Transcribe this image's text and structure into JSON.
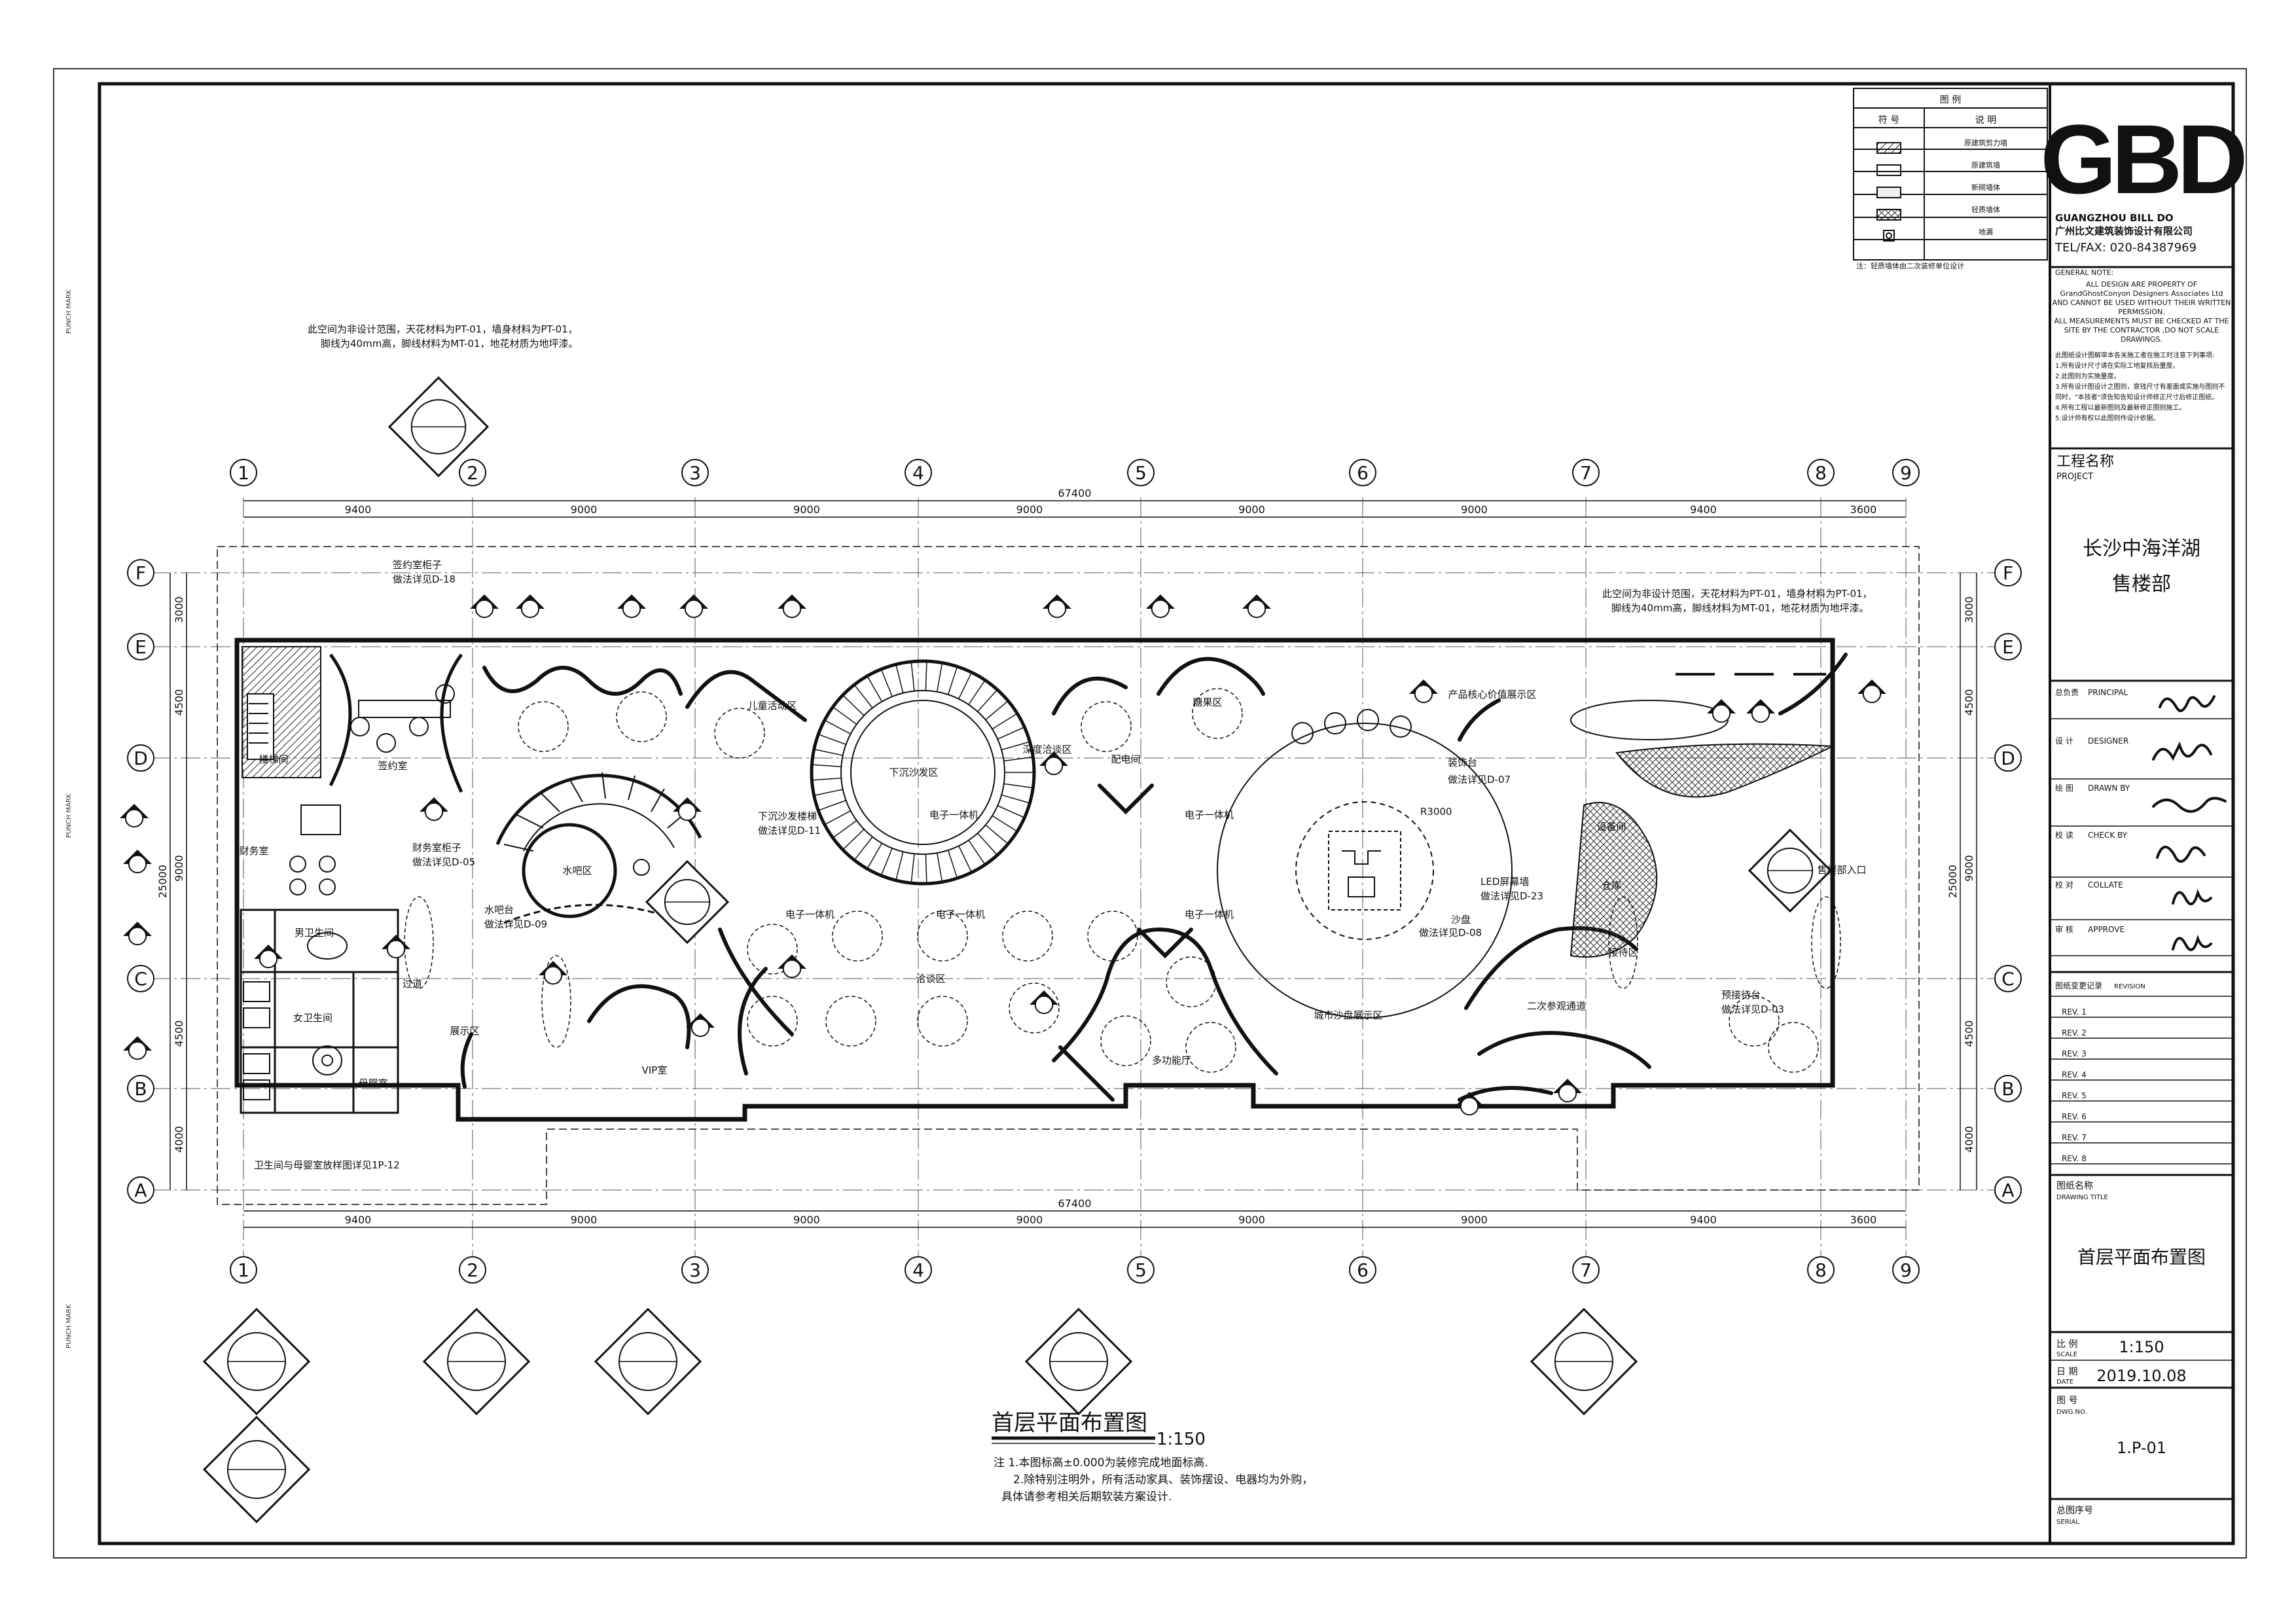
{
  "drawing_title": "首层平面布置图",
  "drawing_scale": "1:150",
  "notes": [
    "注  1.本图标高±0.000为装修完成地面标高.",
    "2.除特别注明外，所有活动家具、装饰摆设、电器均为外购，",
    "具体请参考相关后期软装方案设计."
  ],
  "legend": {
    "title": "图    例",
    "col_symbol": "符 号",
    "col_desc": "说    明",
    "rows": [
      "原建筑剪力墙",
      "原建筑墙",
      "新砌墙体",
      "轻质墙体",
      "地漏"
    ],
    "footnote": "注：轻质墙体由二次装修单位设计"
  },
  "company": {
    "logo": "GBD",
    "name_en": "GUANGZHOU BILL DO",
    "name_cn": "广州比文建筑装饰设计有限公司",
    "tel": "TEL/FAX: 020-84387969",
    "general_note_title": "GENERAL NOTE:",
    "general_note": [
      "ALL DESIGN ARE PROPERTY OF",
      "GrandGhostConyon Designers Associates Ltd",
      "AND CANNOT BE USED    WITHOUT THEIR WRITTEN",
      "PERMISSION.",
      "ALL MEASUREMENTS MUST BE CHECKED AT THE",
      "SITE BY THE CONTRACTOR ,DO NOT SCALE",
      "DRAWINGS."
    ],
    "cn_notes": [
      "此图纸设计图解审本各关施工者在施工时注意下列事项:",
      "1.所有设计尺寸请在实际工地复核后量度。",
      "2.此图则为实施量度。",
      "3.所有设计图设计之图则，意钱尺寸有差面或实施与图则不",
      "  同时，\"本技者\"须告知告知设计师修正尺寸后修正图纸。",
      "4.所有工程以最新图则及最新修正图则施工。",
      "5.设计师有权以此图则作设计依据。"
    ]
  },
  "project": {
    "label_cn": "工程名称",
    "label_en": "PROJECT",
    "name_line1": "长沙中海洋湖",
    "name_line2": "售楼部"
  },
  "signatures": [
    {
      "cn": "总负责",
      "en": "PRINCIPAL"
    },
    {
      "cn": "设  计",
      "en": "DESIGNER"
    },
    {
      "cn": "绘  图",
      "en": "DRAWN BY"
    },
    {
      "cn": "校  读",
      "en": "CHECK BY"
    },
    {
      "cn": "校  对",
      "en": "COLLATE"
    },
    {
      "cn": "审  核",
      "en": "APPROVE"
    }
  ],
  "revision": {
    "label": "图纸变更记录",
    "label_en": "REVISION",
    "rows": [
      "REV. 1",
      "REV. 2",
      "REV. 3",
      "REV. 4",
      "REV. 5",
      "REV. 6",
      "REV. 7",
      "REV. 8"
    ]
  },
  "title_block": {
    "drawing_title_label": "图纸名称",
    "drawing_title_label_en": "DRAWING TITLE",
    "drawing_title": "首层平面布置图",
    "scale_label": "比 例",
    "scale_label_en": "SCALE",
    "scale": "1:150",
    "date_label": "日 期",
    "date_label_en": "DATE",
    "date": "2019.10.08",
    "dwg_label": "图    号",
    "dwg_label_en": "DWG.NO.",
    "dwg_no": "1.P-01",
    "serial_label": "总图序号",
    "serial_label_en": "SERIAL"
  },
  "punch_mark": "PUNCH MARK",
  "grid": {
    "columns": [
      "1",
      "2",
      "3",
      "4",
      "5",
      "6",
      "7",
      "8",
      "9"
    ],
    "rows": [
      "F",
      "E",
      "D",
      "C",
      "B",
      "A"
    ],
    "col_dims": [
      "9400",
      "9000",
      "9000",
      "9000",
      "9000",
      "9000",
      "9400",
      "3600"
    ],
    "total_width": "67400",
    "row_dims": [
      "3000",
      "4500",
      "9000",
      "4500",
      "4000"
    ],
    "total_height": "25000"
  },
  "rooms": [
    "签约室",
    "楼梯间",
    "财务室",
    "男卫生间",
    "女卫生间",
    "母婴室",
    "过道",
    "展示区",
    "水吧区",
    "VIP室",
    "儿童活动区",
    "下沉沙发区",
    "洽谈区",
    "深度洽谈区",
    "配电间",
    "糖果区",
    "多功能厅",
    "沙盘",
    "城市沙盘展示区",
    "产品核心价值展示区",
    "接待区",
    "二次参观通道",
    "售楼部入口",
    "设备间",
    "仓库"
  ],
  "annotations": [
    "此空间为非设计范围，天花材料为PT-01，墙身材料为PT-01，",
    "脚线为40mm高，脚线材料为MT-01，地花材质为地坪漆。",
    "签约室柜子",
    "做法详见D-18",
    "财务室柜子",
    "做法详见D-05",
    "水吧台",
    "做法详见D-09",
    "下沉沙发楼梯",
    "做法详见D-11",
    "电子一体机",
    "装饰台",
    "做法详见D-07",
    "LED屏幕墙",
    "做法详见D-23",
    "做法详见D-08",
    "预接待台",
    "做法详见D-03",
    "卫生间与母婴室放样图详见1P-12",
    "R3000"
  ]
}
